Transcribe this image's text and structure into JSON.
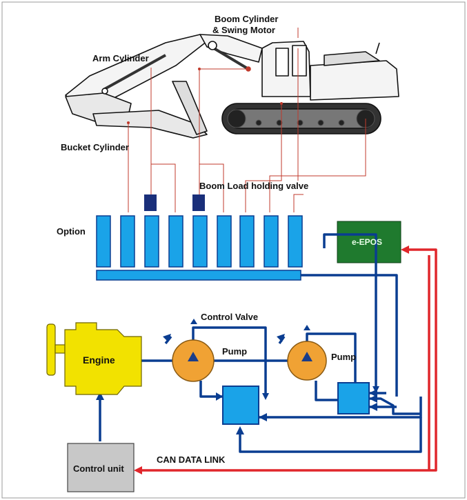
{
  "labels": {
    "boom_cylinder": "Boom Cylinder",
    "swing_motor": "& Swing Motor",
    "arm_cylinder": "Arm Cylinder",
    "bucket_cylinder": "Bucket Cylinder",
    "boom_load_holding_valve": "Boom Load holding valve",
    "option": "Option",
    "e_epos": "e-EPOS",
    "control_valve": "Control Valve",
    "pump_1": "Pump",
    "pump_2": "Pump",
    "engine": "Engine",
    "can_data_link": "CAN DATA LINK",
    "control_unit": "Control unit"
  },
  "colors": {
    "hydraulic_line": "#0a3d91",
    "signal_line": "#e0262b",
    "sensor_line": "#c0392b",
    "valve_spool": "#1aa3e8",
    "holding_valve": "#1a2f7a",
    "pump": "#f0a234",
    "regulator": "#1aa3e8",
    "engine": "#f2e200",
    "e_epos_box": "#1f7a2e",
    "control_unit_box": "#c8c8c8"
  }
}
